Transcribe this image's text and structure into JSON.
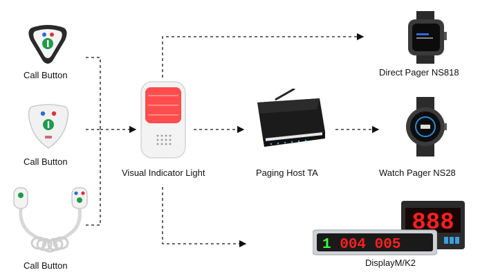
{
  "colors": {
    "line": "#111111",
    "red_glow": "#ff2a2a",
    "segment_green": "#3cff3c",
    "segment_red": "#ff2020",
    "button_red": "#e0303a",
    "button_green": "#1f9a4a",
    "button_blue": "#2a6fd6"
  },
  "nodes": {
    "call_button_1": {
      "label": "Call Button",
      "icon": "triangle-call-button-icon"
    },
    "call_button_2": {
      "label": "Call Button",
      "icon": "round-call-button-icon"
    },
    "call_button_3": {
      "label": "Call Button",
      "icon": "corded-call-button-icon"
    },
    "indicator": {
      "label": "Visual Indicator Light",
      "icon": "visual-indicator-light-icon"
    },
    "host": {
      "label": "Paging Host TA",
      "icon": "paging-host-icon"
    },
    "pager_ns818": {
      "label": "Direct Pager NS818",
      "icon": "smartwatch-pager-icon"
    },
    "pager_ns28": {
      "label": "Watch Pager NS28",
      "icon": "round-watch-pager-icon"
    },
    "display": {
      "label": "DisplayM/K2",
      "icon": "led-display-icon"
    }
  },
  "display_digits": {
    "m_display": "1 004 005",
    "k2_display": "888"
  }
}
